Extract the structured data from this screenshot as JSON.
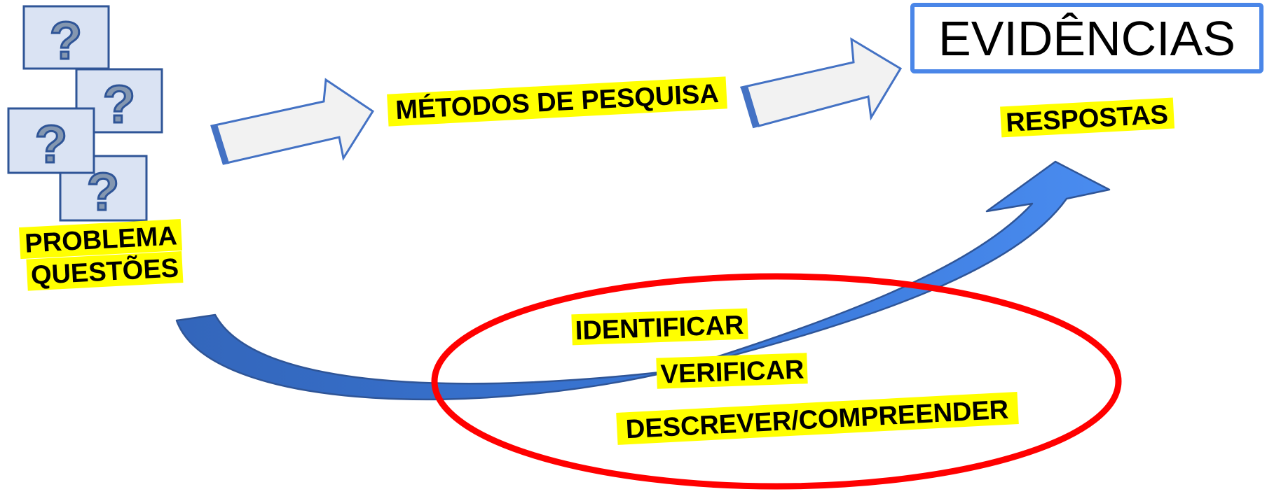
{
  "problem_box": {
    "line1": "PROBLEMA",
    "line2": "QUESTÕES"
  },
  "question_cards": {
    "glyph": "?",
    "count": 4,
    "icon": "question-mark-icon"
  },
  "methods_label": "MÉTODOS DE PESQUISA",
  "evidence_title": "EVIDÊNCIAS",
  "answers_label": "RESPOSTAS",
  "actions": [
    "IDENTIFICAR",
    "VERIFICAR",
    "DESCREVER/COMPREENDER"
  ],
  "colors": {
    "highlight": "#ffff00",
    "card_fill": "#dae3f3",
    "card_border": "#2f5597",
    "arrow_outline": "#4472c4",
    "arrow_fill": "#f2f2f2",
    "curved_arrow": "#4a86e8",
    "ellipse": "#ff0000",
    "evidence_border": "#4a86e8"
  }
}
